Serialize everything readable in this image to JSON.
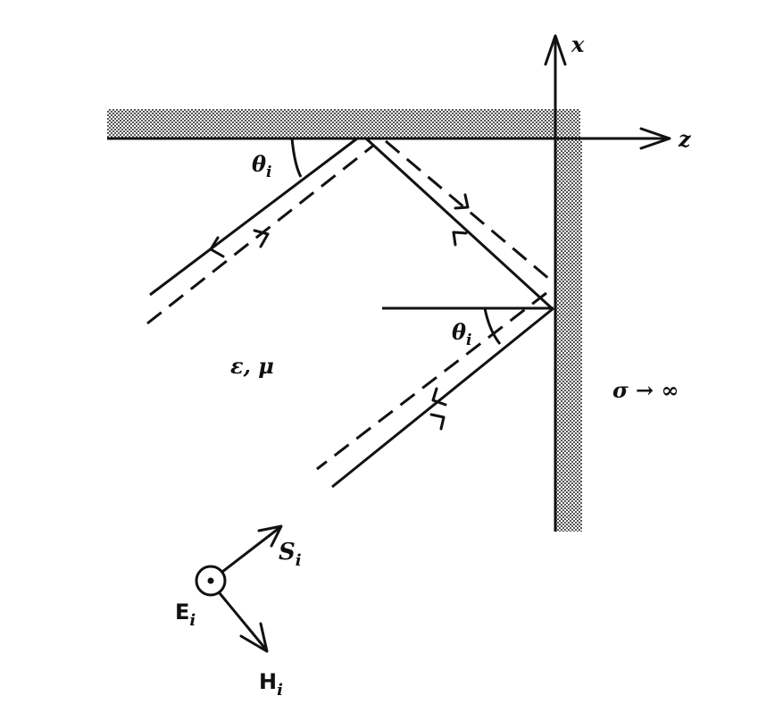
{
  "labels": {
    "x_axis": "x",
    "z_axis": "z",
    "theta_top": "θ",
    "theta_top_sub": "i",
    "theta_bottom": "θ",
    "theta_bottom_sub": "i",
    "medium": "ε, μ",
    "conductor": "σ → ∞",
    "poynting": "S",
    "poynting_sub": "i",
    "electric": "E",
    "electric_sub": "i",
    "magnetic": "H",
    "magnetic_sub": "i"
  },
  "colors": {
    "ink": "#111111",
    "hatch": "#7a7a7a"
  }
}
